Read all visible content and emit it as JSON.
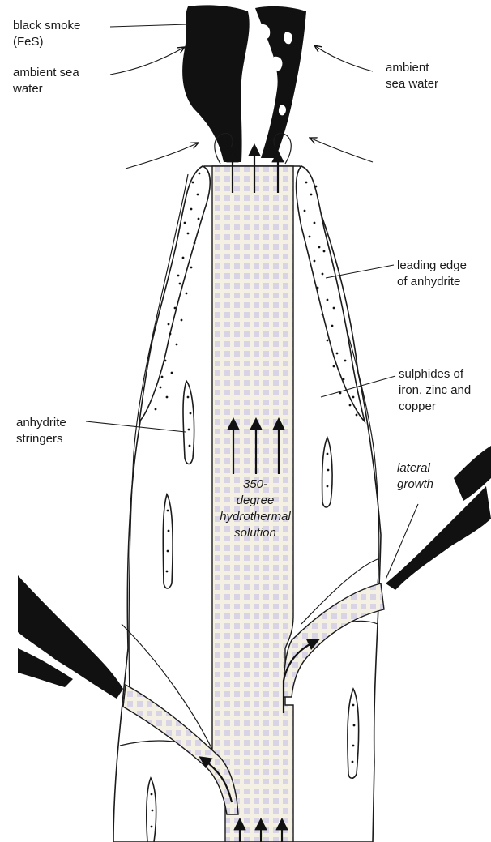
{
  "colors": {
    "ink": "#1b1b1b",
    "smoke": "#111111",
    "checker_light": "#f4f0e4",
    "checker_dark": "#d8d4e6"
  },
  "labels": {
    "black_smoke": "black smoke\n(FeS)",
    "ambient_left": "ambient sea\nwater",
    "ambient_right": "ambient\nsea water",
    "leading_edge": "leading edge\nof anhydrite",
    "sulphides": "sulphides of\niron, zinc and\ncopper",
    "stringers": "anhydrite\nstringers",
    "lateral": "lateral\ngrowth",
    "solution": "350-\ndegree\nhydrothermal\nsolution"
  }
}
